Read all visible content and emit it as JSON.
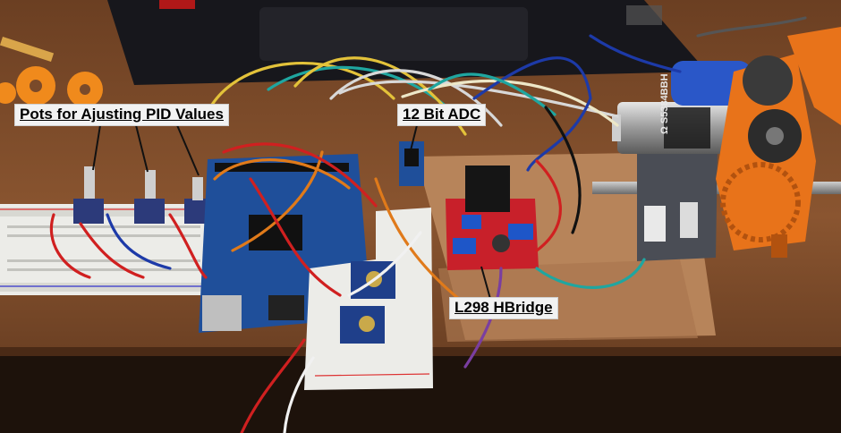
{
  "labels": {
    "pots": "Pots for Ajusting PID Values",
    "adc": "12 Bit ADC",
    "hbridge": "L298 HBridge"
  },
  "motor_sticker": "Ω S5384BBH",
  "colors": {
    "desk": "#7a4a2a",
    "laptop": "#1c1c22",
    "arduino_board": "#1f4f9a",
    "hbridge_board": "#c8202a",
    "printed_parts": "#e8731a",
    "motor_body": "#2a57c8",
    "breadboard": "#eeeeea",
    "callout_bg": "#f2f2f2"
  }
}
